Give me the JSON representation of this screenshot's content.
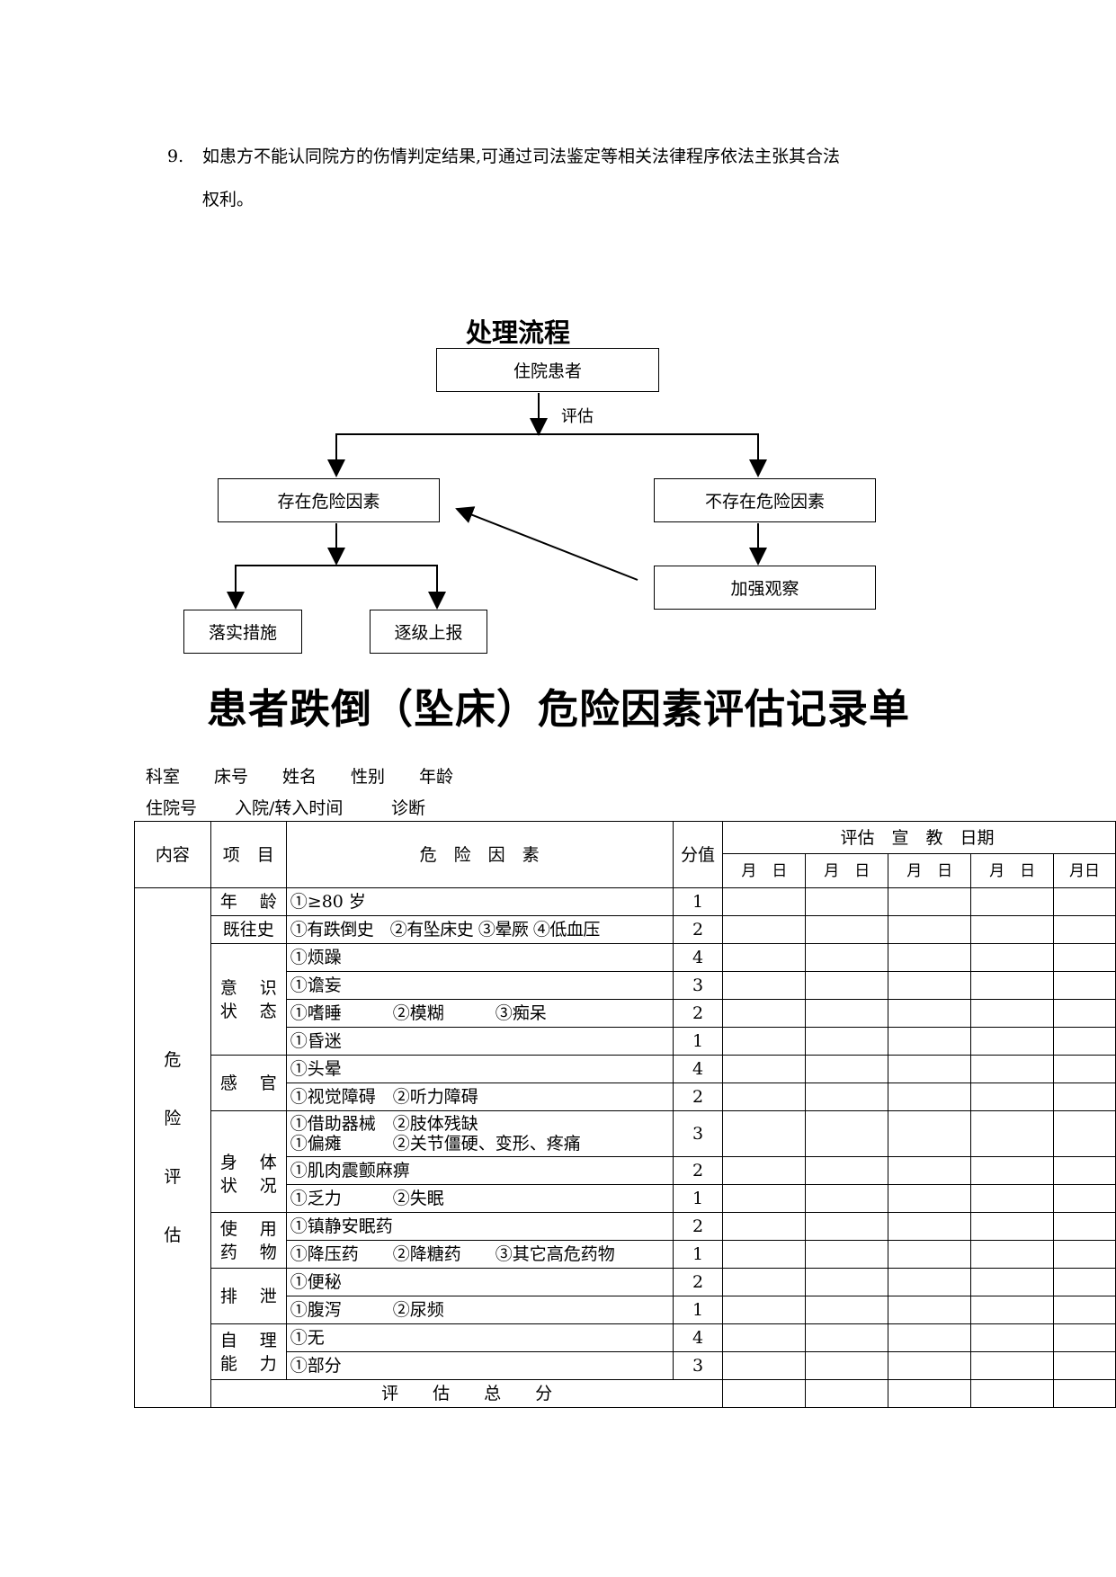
{
  "note": {
    "number": "9.",
    "line1": "如患方不能认同院方的伤情判定结果,可通过司法鉴定等相关法律程序依法主张其合法",
    "line2": "权利。"
  },
  "flowchart": {
    "title": "处理流程",
    "nodes": {
      "root": "住院患者",
      "risk": "存在危险因素",
      "norisk": "不存在危险因素",
      "implement": "落实措施",
      "report": "逐级上报",
      "observe": "加强观察"
    },
    "edge_label": "评估"
  },
  "form": {
    "title": "患者跌倒（坠床）危险因素评估记录单",
    "meta_line1": [
      "科室",
      "床号",
      "姓名",
      "性别",
      "年龄"
    ],
    "meta_line2": [
      "住院号",
      "入院/转入时间",
      "诊断"
    ],
    "headers": {
      "content": "内容",
      "item": "项　目",
      "factor": "危　险　因　素",
      "score": "分值",
      "eval_group": "评估　宣　教　日期",
      "date_cells": [
        "月　日",
        "月　日",
        "月　日",
        "月　日",
        "月日"
      ]
    },
    "category": [
      "危",
      "险",
      "评",
      "估"
    ],
    "groups": {
      "age": "年　龄",
      "history": "既往史",
      "consciousness": [
        "意　识",
        "状　态"
      ],
      "senses": "感　官",
      "physical": [
        "身　体",
        "状　况"
      ],
      "medication": [
        "使　用",
        "药　物"
      ],
      "excretion": "排　泄",
      "selfcare": [
        "自　理",
        "能　力"
      ]
    },
    "rows": [
      {
        "factor": "①≥80 岁",
        "score": "1"
      },
      {
        "factor": "①有跌倒史　②有坠床史 ③晕厥 ④低血压",
        "score": "2"
      },
      {
        "factor": "①烦躁",
        "score": "4"
      },
      {
        "factor": "①谵妄",
        "score": "3"
      },
      {
        "factor": "①嗜睡　　　②模糊　　　③痴呆",
        "score": "2"
      },
      {
        "factor": "①昏迷",
        "score": "1"
      },
      {
        "factor": "①头晕",
        "score": "4"
      },
      {
        "factor": "①视觉障碍　②听力障碍",
        "score": "2"
      },
      {
        "factor": "①借助器械　②肢体残缺",
        "factor2": "①偏瘫　　　②关节僵硬、变形、疼痛",
        "score": "3"
      },
      {
        "factor": "①肌肉震颤麻痹",
        "score": "2"
      },
      {
        "factor": "①乏力　　　②失眠",
        "score": "1"
      },
      {
        "factor": "①镇静安眠药",
        "score": "2"
      },
      {
        "factor": "①降压药　　②降糖药　　③其它高危药物",
        "score": "1"
      },
      {
        "factor": "①便秘",
        "score": "2"
      },
      {
        "factor": "①腹泻　　　②尿频",
        "score": "1"
      },
      {
        "factor": "①无",
        "score": "4"
      },
      {
        "factor": "①部分",
        "score": "3"
      }
    ],
    "total_label": "评　　估　　总　　分"
  }
}
